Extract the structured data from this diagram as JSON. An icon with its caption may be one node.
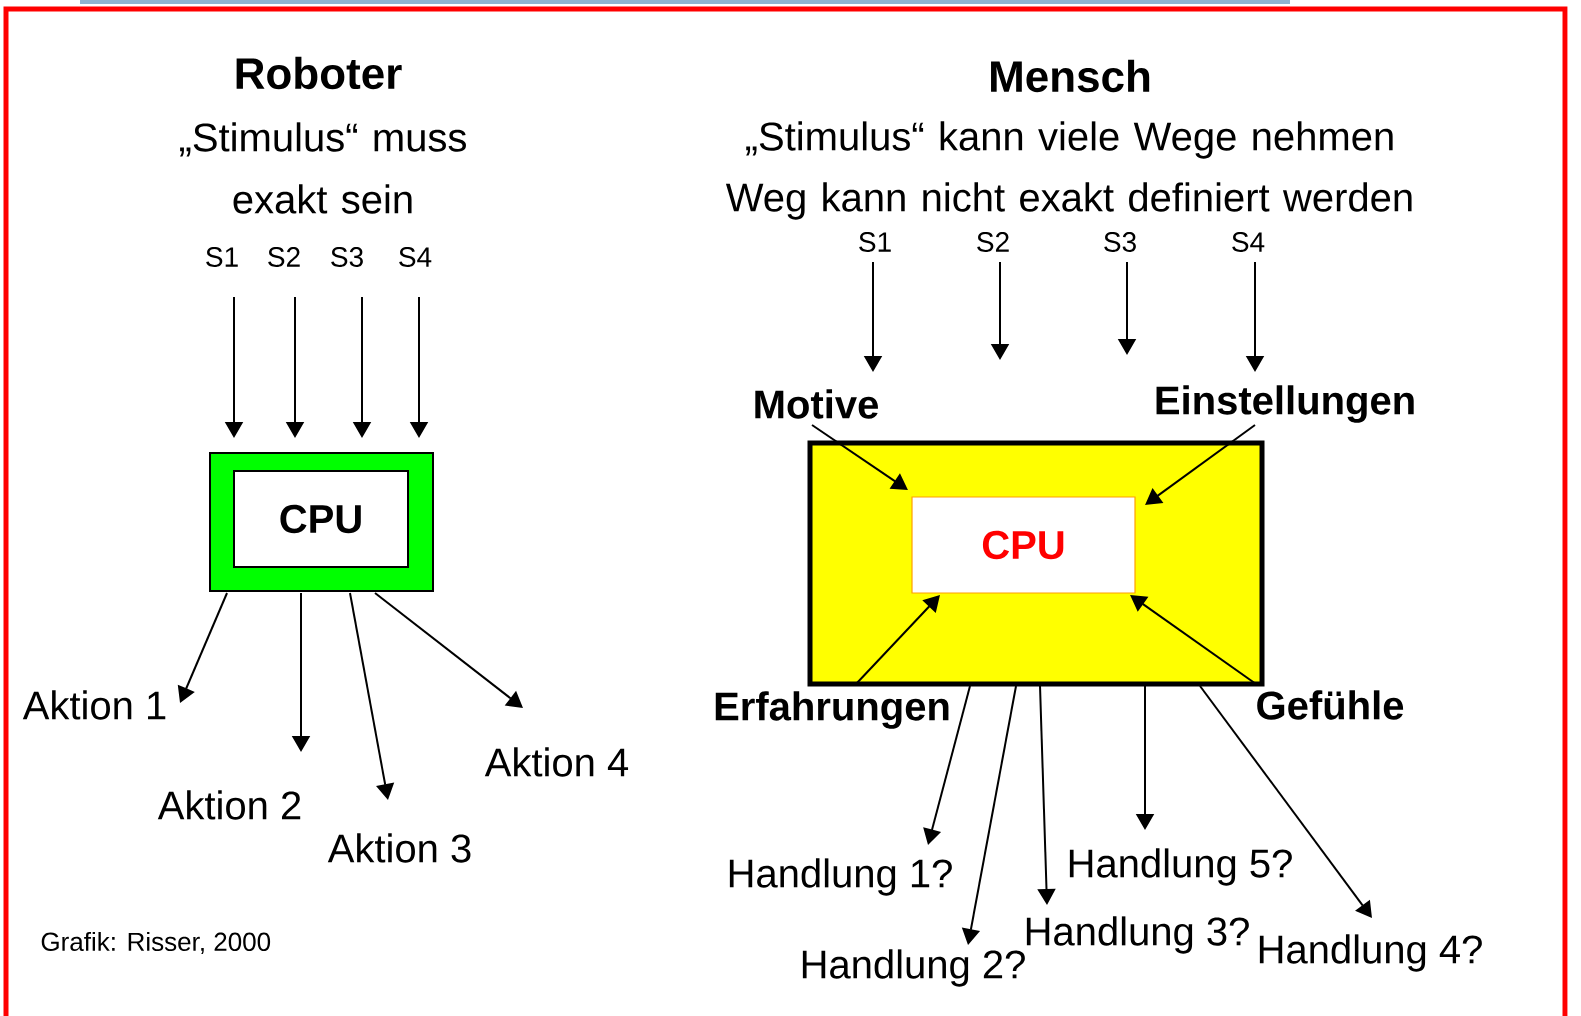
{
  "diagram": {
    "caption": "Grafik: Risser, 2000",
    "nodes": [
      {
        "text": [
          "S1"
        ]
      },
      {
        "text": [
          "S2"
        ]
      },
      {
        "text": [
          "S3"
        ]
      },
      {
        "text": [
          "S4"
        ]
      },
      {
        "text": [],
        "shape": "box"
      },
      {
        "text": [
          "CPU"
        ],
        "in": 4
      },
      {
        "text": [
          "Aktion 1"
        ]
      },
      {
        "text": [
          "Aktion 2"
        ]
      },
      {
        "text": [
          "Aktion 3"
        ]
      },
      {
        "text": [
          "Aktion 4"
        ]
      },
      {
        "text": [
          "S1"
        ]
      },
      {
        "text": [
          "S2"
        ]
      },
      {
        "text": [
          "S3"
        ]
      },
      {
        "text": [
          "S4"
        ]
      },
      {
        "text": [
          "Motive"
        ]
      },
      {
        "text": [
          "Einstellungen"
        ]
      },
      {
        "text": [],
        "shape": "box"
      },
      {
        "text": [
          "CPU"
        ],
        "in": 16
      },
      {
        "text": [
          "Erfahrungen"
        ]
      },
      {
        "text": [
          "Gefühle"
        ]
      },
      {
        "text": [
          "Handlung 1?"
        ]
      },
      {
        "text": [
          "Handlung 2?"
        ]
      },
      {
        "text": [
          "Handlung 3?"
        ]
      },
      {
        "text": [
          "Handlung 4?"
        ]
      },
      {
        "text": [
          "Handlung 5?"
        ]
      }
    ],
    "edges": [
      {
        "from": 0,
        "to": 4,
        "arrow": "to"
      },
      {
        "from": 1,
        "to": 4,
        "arrow": "to"
      },
      {
        "from": 2,
        "to": 4,
        "arrow": "to"
      },
      {
        "from": 3,
        "to": 4,
        "arrow": "to"
      },
      {
        "from": 4,
        "to": 6,
        "arrow": "to"
      },
      {
        "from": 4,
        "to": 7,
        "arrow": "to"
      },
      {
        "from": 4,
        "to": 8,
        "arrow": "to"
      },
      {
        "from": 4,
        "to": 9,
        "arrow": "to"
      },
      {
        "from": 10,
        "to": 14,
        "arrow": "to"
      },
      {
        "from": 11,
        "to": null,
        "arrow": "to"
      },
      {
        "from": 12,
        "to": null,
        "arrow": "to"
      },
      {
        "from": 13,
        "to": 15,
        "arrow": "to"
      },
      {
        "from": 14,
        "to": 17,
        "arrow": "to"
      },
      {
        "from": 15,
        "to": 17,
        "arrow": "to"
      },
      {
        "from": 18,
        "to": 17,
        "arrow": "to"
      },
      {
        "from": 19,
        "to": 17,
        "arrow": "to"
      },
      {
        "from": 16,
        "to": 20,
        "arrow": "to"
      },
      {
        "from": 16,
        "to": 21,
        "arrow": "to"
      },
      {
        "from": 16,
        "to": 22,
        "arrow": "to"
      },
      {
        "from": 16,
        "to": 23,
        "arrow": "to"
      },
      {
        "from": 16,
        "to": 24,
        "arrow": "to"
      }
    ],
    "labels": [
      "Roboter",
      "„Stimulus“ muss exakt sein",
      "Mensch",
      "„Stimulus“ kann viele Wege nehmen",
      "Weg kann nicht exakt definiert werden"
    ]
  }
}
